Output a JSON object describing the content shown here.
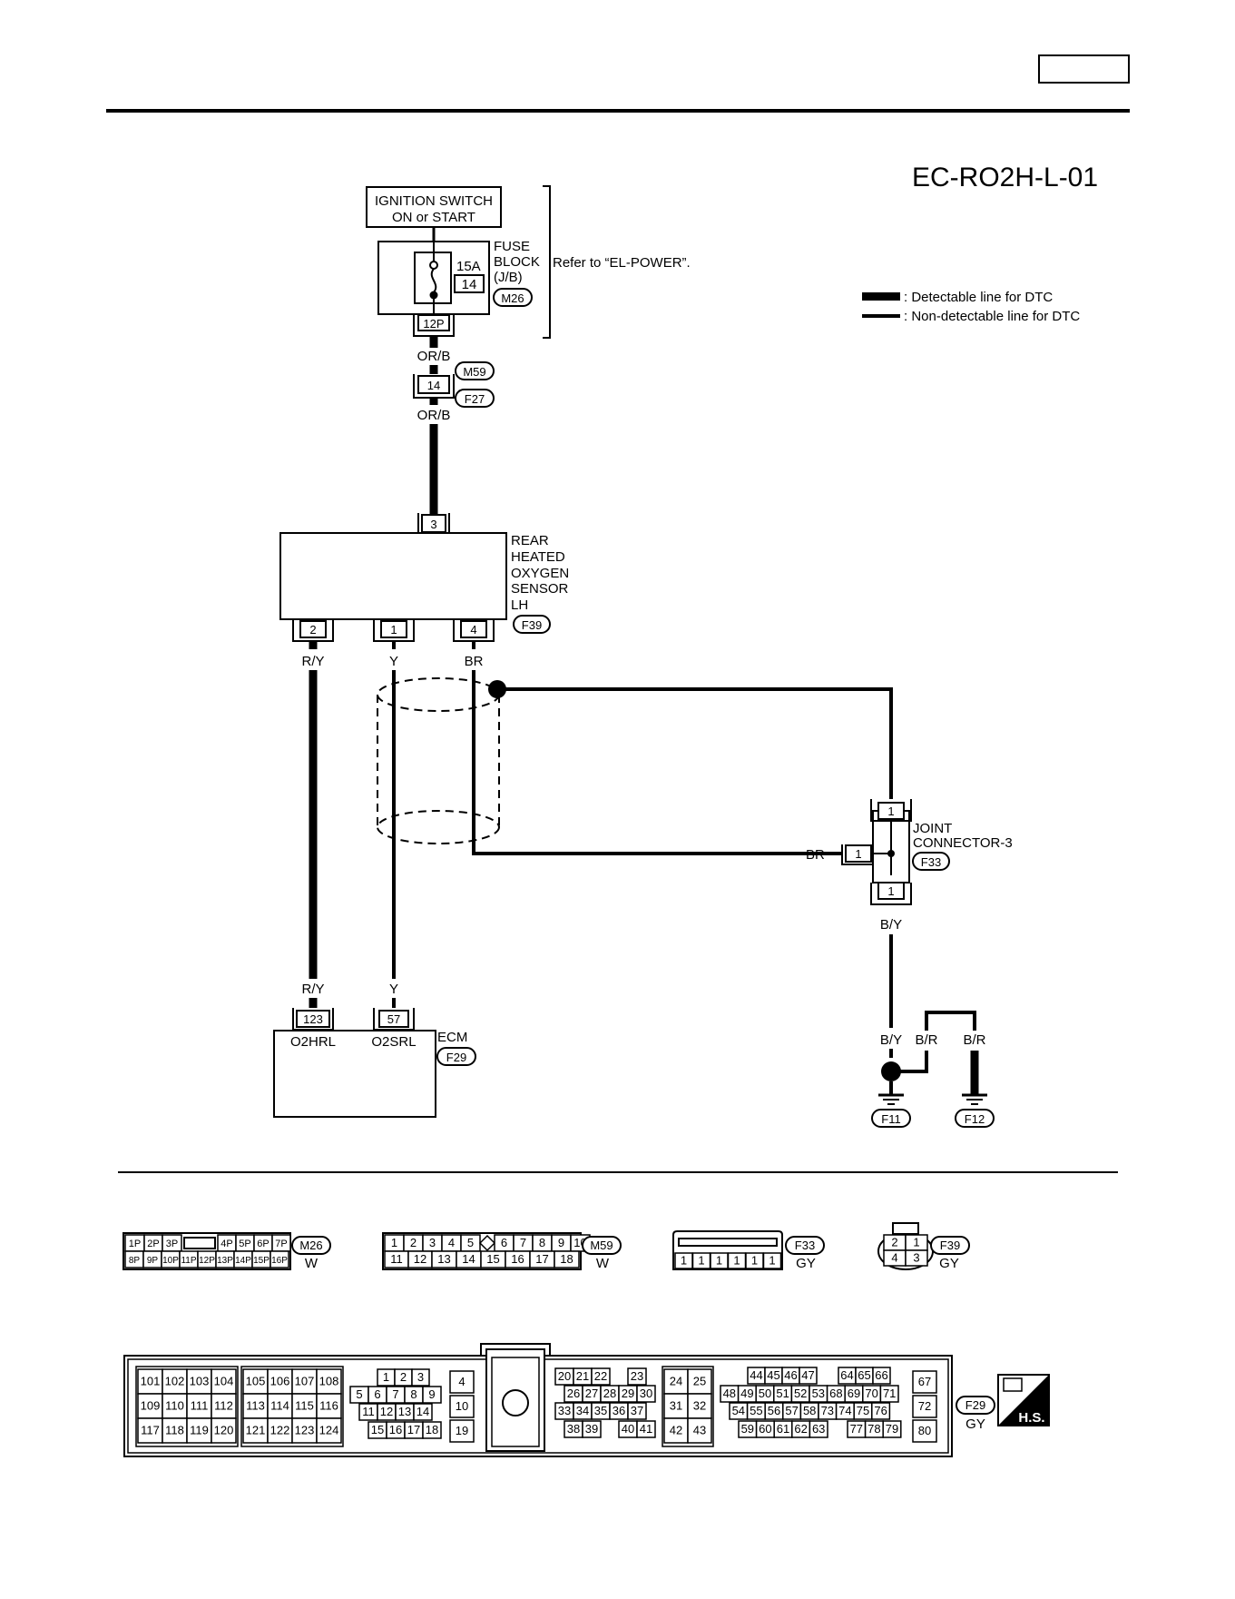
{
  "page": {
    "title": "EC-RO2H-L-01",
    "header_tab": ""
  },
  "legend": {
    "detectable": ": Detectable line for DTC",
    "non_detectable": ": Non-detectable line for DTC"
  },
  "ignition": {
    "line1": "IGNITION SWITCH",
    "line2": "ON or START"
  },
  "fuse_block": {
    "amp": "15A",
    "number": "14",
    "label1": "FUSE",
    "label2": "BLOCK",
    "label3": "(J/B)",
    "connector": "M26",
    "pin": "12P",
    "refer": "Refer to “EL-POWER”."
  },
  "wire_orb_top": "OR/B",
  "wire_orb_bottom": "OR/B",
  "inline_connector": {
    "pin": "14",
    "upper": "M59",
    "lower": "F27"
  },
  "sensor": {
    "pin_top": "3",
    "line1": "REAR",
    "line2": "HEATED",
    "line3": "OXYGEN",
    "line4": "SENSOR",
    "line5": "LH",
    "connector": "F39",
    "pins": [
      "2",
      "1",
      "4"
    ],
    "wires": [
      "R/Y",
      "Y",
      "BR"
    ]
  },
  "joint": {
    "line1": "JOINT",
    "line2": "CONNECTOR-3",
    "connector": "F33",
    "pin_top": "1",
    "pin_left": "1",
    "pin_bottom": "1",
    "wire_left": "BR",
    "wire_bottom": "B/Y"
  },
  "ecm": {
    "label": "ECM",
    "connector": "F29",
    "pin_a": "123",
    "pin_b": "57",
    "term_a": "O2HRL",
    "term_b": "O2SRL",
    "wire_a": "R/Y",
    "wire_b": "Y"
  },
  "ground": {
    "wire_by": "B/Y",
    "wire_br1": "B/R",
    "wire_br2": "B/R",
    "g1": "F11",
    "g2": "F12"
  },
  "conn_views": {
    "m26": {
      "id": "M26",
      "color": "W",
      "row1": [
        "1P",
        "2P",
        "3P",
        "4P",
        "5P",
        "6P",
        "7P"
      ],
      "row2": [
        "8P",
        "9P",
        "10P",
        "11P",
        "12P",
        "13P",
        "14P",
        "15P",
        "16P"
      ]
    },
    "m59": {
      "id": "M59",
      "color": "W",
      "row1": [
        "1",
        "2",
        "3",
        "4",
        "5",
        "6",
        "7",
        "8",
        "9",
        "10"
      ],
      "row2": [
        "11",
        "12",
        "13",
        "14",
        "15",
        "16",
        "17",
        "18"
      ]
    },
    "f33": {
      "id": "F33",
      "color": "GY",
      "row": [
        "1",
        "1",
        "1",
        "1",
        "1",
        "1"
      ]
    },
    "f39": {
      "id": "F39",
      "color": "GY",
      "pins": [
        "2",
        "1",
        "4",
        "3"
      ]
    },
    "f29": {
      "id": "F29",
      "color": "GY",
      "badge": "H.S.",
      "blockA": [
        [
          "101",
          "102",
          "103",
          "104"
        ],
        [
          "109",
          "110",
          "111",
          "112"
        ],
        [
          "117",
          "118",
          "119",
          "120"
        ]
      ],
      "blockB": [
        [
          "105",
          "106",
          "107",
          "108"
        ],
        [
          "113",
          "114",
          "115",
          "116"
        ],
        [
          "121",
          "122",
          "123",
          "124"
        ]
      ],
      "blockC": [
        [
          "1",
          "2",
          "3"
        ],
        [
          "5",
          "6",
          "7",
          "8",
          "9"
        ],
        [
          "11",
          "12",
          "13",
          "14"
        ],
        [
          "15",
          "16",
          "17",
          "18"
        ]
      ],
      "blockD": [
        "4",
        "10",
        "19"
      ],
      "blockE": [
        [
          "20",
          "21",
          "22",
          "23"
        ],
        [
          "26",
          "27",
          "28",
          "29",
          "30"
        ],
        [
          "33",
          "34",
          "35",
          "36",
          "37"
        ],
        [
          "38",
          "39",
          "40",
          "41"
        ]
      ],
      "blockF": [
        [
          "24",
          "25"
        ],
        [
          "31",
          "32"
        ],
        [
          "42",
          "43"
        ]
      ],
      "blockG": [
        [
          "44",
          "45",
          "46",
          "47",
          "64",
          "65",
          "66"
        ],
        [
          "48",
          "49",
          "50",
          "51",
          "52",
          "53",
          "68",
          "69",
          "70",
          "71"
        ],
        [
          "54",
          "55",
          "56",
          "57",
          "58",
          "73",
          "74",
          "75",
          "76"
        ],
        [
          "59",
          "60",
          "61",
          "62",
          "63",
          "77",
          "78",
          "79"
        ]
      ],
      "blockH": [
        "67",
        "72",
        "80"
      ]
    }
  }
}
